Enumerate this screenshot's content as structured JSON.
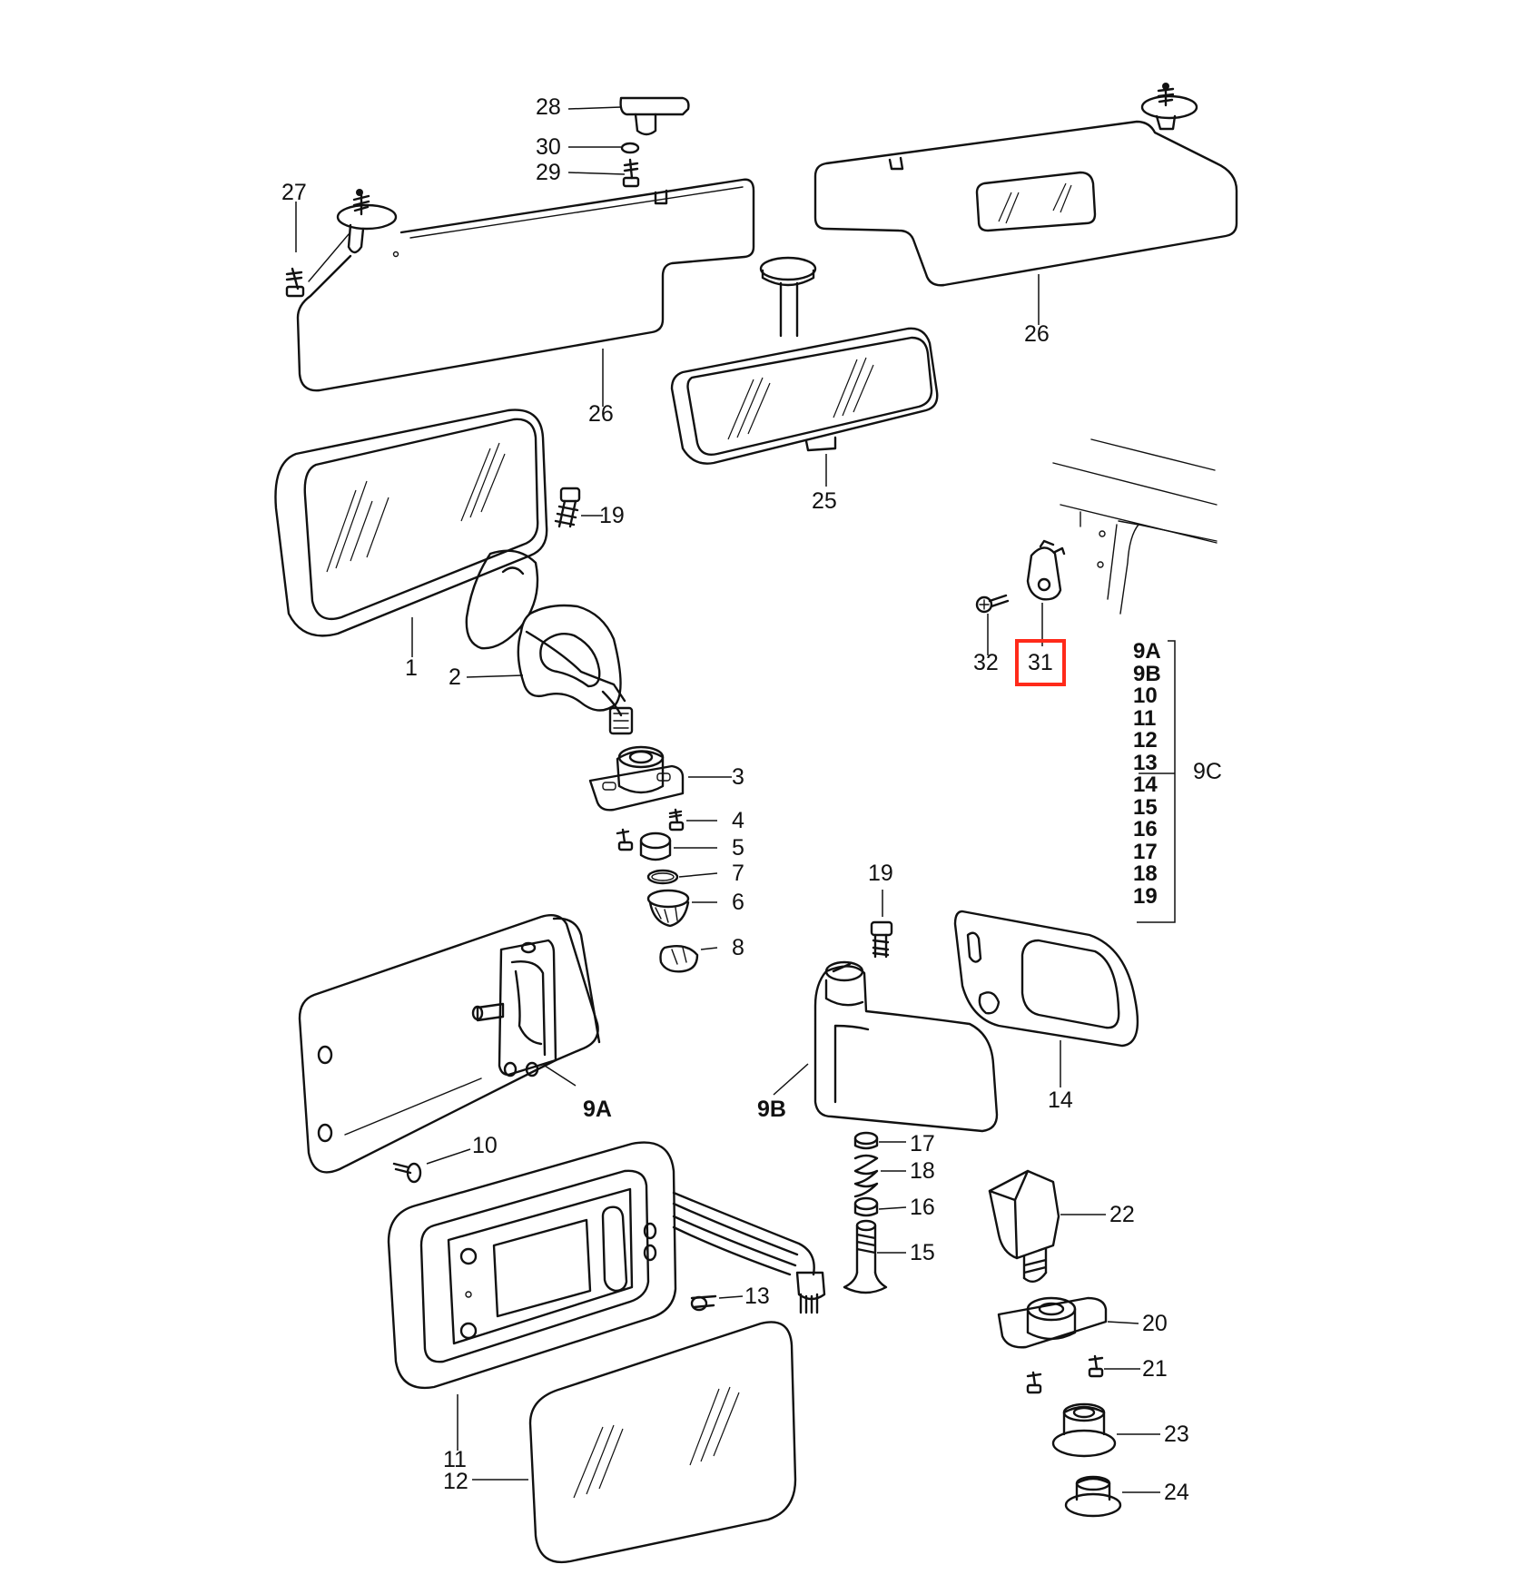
{
  "diagram": {
    "callouts": [
      {
        "id": "28",
        "label": "28"
      },
      {
        "id": "30",
        "label": "30"
      },
      {
        "id": "29",
        "label": "29"
      },
      {
        "id": "27",
        "label": "27"
      },
      {
        "id": "26a",
        "label": "26"
      },
      {
        "id": "26b",
        "label": "26"
      },
      {
        "id": "25",
        "label": "25"
      },
      {
        "id": "19a",
        "label": "19"
      },
      {
        "id": "1",
        "label": "1"
      },
      {
        "id": "2",
        "label": "2"
      },
      {
        "id": "3",
        "label": "3"
      },
      {
        "id": "4",
        "label": "4"
      },
      {
        "id": "5",
        "label": "5"
      },
      {
        "id": "7",
        "label": "7"
      },
      {
        "id": "6",
        "label": "6"
      },
      {
        "id": "8",
        "label": "8"
      },
      {
        "id": "32",
        "label": "32"
      },
      {
        "id": "31",
        "label": "31"
      },
      {
        "id": "9C",
        "label": "9C"
      },
      {
        "id": "19b",
        "label": "19"
      },
      {
        "id": "9A",
        "label": "9A"
      },
      {
        "id": "9B",
        "label": "9B"
      },
      {
        "id": "14",
        "label": "14"
      },
      {
        "id": "10",
        "label": "10"
      },
      {
        "id": "17",
        "label": "17"
      },
      {
        "id": "18",
        "label": "18"
      },
      {
        "id": "16",
        "label": "16"
      },
      {
        "id": "15",
        "label": "15"
      },
      {
        "id": "22",
        "label": "22"
      },
      {
        "id": "13",
        "label": "13"
      },
      {
        "id": "20",
        "label": "20"
      },
      {
        "id": "21",
        "label": "21"
      },
      {
        "id": "23",
        "label": "23"
      },
      {
        "id": "24",
        "label": "24"
      },
      {
        "id": "11",
        "label": "11"
      },
      {
        "id": "12",
        "label": "12"
      }
    ],
    "group_9C": {
      "items": [
        "9A",
        "9B",
        "10",
        "11",
        "12",
        "13",
        "14",
        "15",
        "16",
        "17",
        "18",
        "19"
      ]
    },
    "highlighted_callout": "31",
    "highlight_color": "#ff2a1a",
    "line_color": "#111111"
  }
}
